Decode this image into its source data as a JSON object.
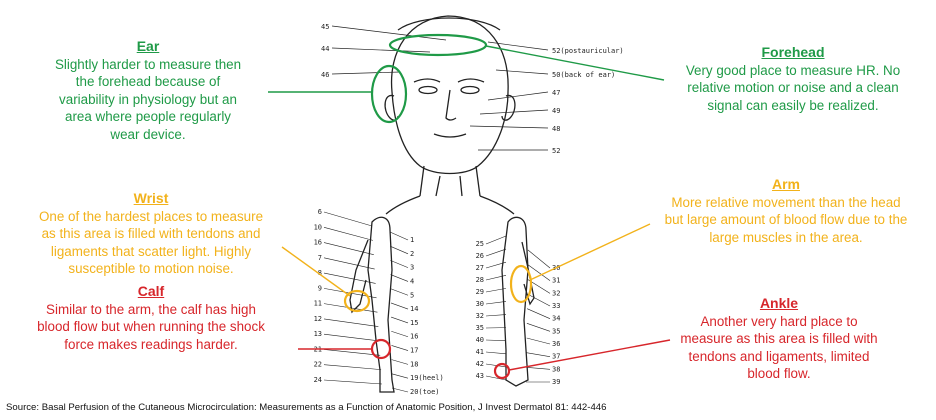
{
  "notes": {
    "ear": {
      "title": "Ear",
      "lines": [
        "Slightly harder to measure then",
        "the forehead because of",
        "variability in physiology but an",
        "area where people regularly",
        "wear device."
      ]
    },
    "forehead": {
      "title": "Forehead",
      "lines": [
        "Very good place to measure HR.  No",
        "relative motion or noise and a clean",
        "signal can easily be realized."
      ]
    },
    "wrist": {
      "title": "Wrist",
      "lines": [
        "One of the hardest places to measure",
        "as this area is filled with tendons and",
        "ligaments that scatter light. Highly",
        "susceptible to motion noise."
      ]
    },
    "arm": {
      "title": "Arm",
      "lines": [
        "More relative movement than the head",
        "but large amount of blood flow due to the",
        "large muscles in the area."
      ]
    },
    "calf": {
      "title": "Calf",
      "lines": [
        "Similar to the arm, the calf has high",
        "blood flow but when running the shock",
        "force makes readings harder."
      ]
    },
    "ankle": {
      "title": "Ankle",
      "lines": [
        "Another very hard place to",
        "measure as this area is filled with",
        "tendons and ligaments, limited",
        "blood flow."
      ]
    }
  },
  "source": "Source: Basal Perfusion of the Cutaneous Microcirculation: Measurements as a Function of Anatomic Position,  J Invest Dermatol 81: 442-446",
  "diagram_labels": {
    "head_left": [
      "45",
      "44",
      "46"
    ],
    "head_right": [
      "52(postauricular)",
      "50(back of ear)",
      "47",
      "49",
      "48",
      "52"
    ],
    "front_left": [
      "6",
      "10",
      "16",
      "7",
      "8",
      "9",
      "11",
      "12",
      "13",
      "21",
      "22",
      "24"
    ],
    "front_right": [
      "1",
      "2",
      "3",
      "4",
      "5",
      "14",
      "15",
      "16",
      "17",
      "18",
      "19(heel)",
      "20(toe)"
    ],
    "back_left": [
      "25",
      "26",
      "27",
      "28",
      "29",
      "30",
      "32",
      "35",
      "40",
      "41",
      "42",
      "43"
    ],
    "back_right": [
      "30",
      "31",
      "32",
      "33",
      "34",
      "35",
      "36",
      "37",
      "38",
      "39"
    ]
  },
  "colors": {
    "green": "#1f9a47",
    "orange": "#f2b21b",
    "red": "#d7262b"
  }
}
